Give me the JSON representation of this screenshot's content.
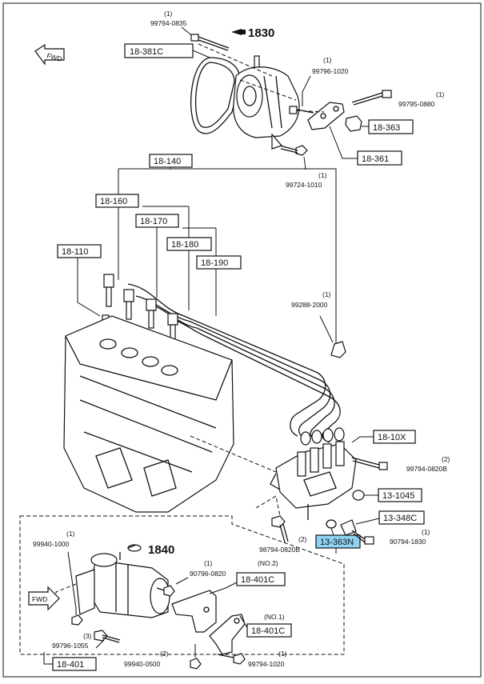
{
  "diagram": {
    "title_1830": "1830",
    "title_1840": "1840",
    "fwd_label": "FWD",
    "callouts": {
      "c_18_381C": "18-381C",
      "c_18_363": "18-363",
      "c_18_361": "18-361",
      "c_18_140": "18-140",
      "c_18_160": "18-160",
      "c_18_170": "18-170",
      "c_18_180": "18-180",
      "c_18_190": "18-190",
      "c_18_110": "18-110",
      "c_18_10X": "18-10X",
      "c_13_1045": "13-1045",
      "c_13_348C": "13-348C",
      "c_13_363N": "13-363N",
      "c_18_401C_a": "18-401C",
      "c_18_401C_b": "18-401C",
      "c_18_401": "18-401"
    },
    "parts": {
      "p_99794_0835": "99794-0835",
      "p_99796_1020": "99796-1020",
      "p_99795_0880": "99795-0880",
      "p_99724_1010": "99724-1010",
      "p_99288_2000": "99288-2000",
      "p_99794_0820B_a": "99794-0820B",
      "p_98794_0820B": "98794-0820B",
      "p_90794_1830": "90794-1830",
      "p_99940_1000": "99940-1000",
      "p_90796_0820": "90796-0820",
      "p_99796_1055": "99796-1055",
      "p_99940_0500": "99940-0500",
      "p_99794_1020": "99794-1020"
    },
    "qty": {
      "q1": "(1)",
      "q2": "(2)",
      "q3": "(3)",
      "no2": "(NO.2)",
      "no1": "(NO.1)"
    },
    "colors": {
      "highlight": "#8fd3f4",
      "ink": "#111111"
    },
    "icons": [
      "bullet-arrow-icon",
      "fwd-arrow-icon"
    ]
  }
}
